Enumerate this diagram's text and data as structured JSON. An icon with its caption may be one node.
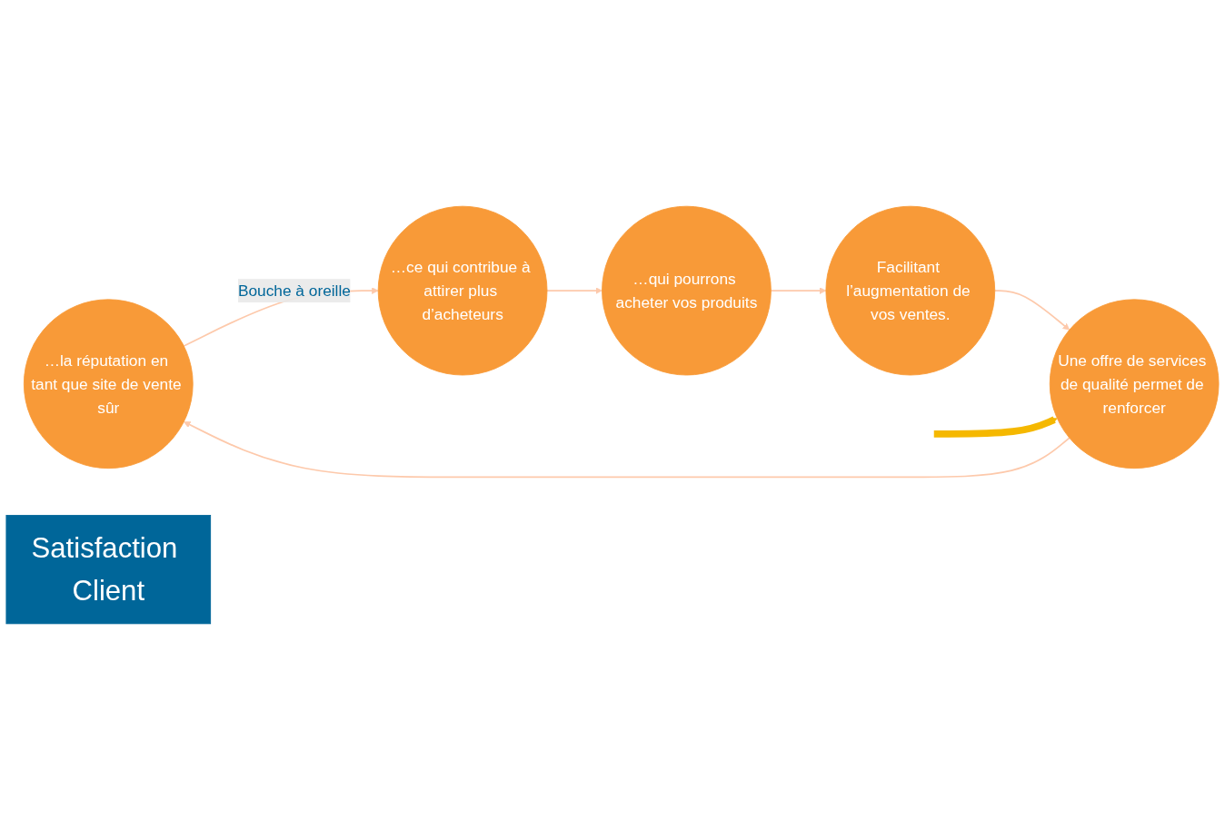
{
  "diagram": {
    "nodes": [
      {
        "text": [
          "…la réputation en tant que site de vente sûr"
        ]
      },
      {
        "text": [
          "Une offre de services de qualité permet de renforcer"
        ]
      },
      {
        "text": [
          "…ce qui contribue à attirer plus d’acheteurs"
        ]
      },
      {
        "text": [
          "Satisfaction Client"
        ]
      },
      {
        "text": [
          "Facilitant l’augmentation de vos ventes."
        ]
      },
      {
        "text": [
          "…qui pourrons acheter vos produits"
        ]
      }
    ],
    "edges": [
      {
        "from": 1,
        "to": 0,
        "arrow": "to"
      },
      {
        "from": 0,
        "to": 2,
        "arrow": "to",
        "label": "Bouche à oreille"
      },
      {
        "from": 2,
        "to": 5,
        "arrow": "to"
      },
      {
        "from": 5,
        "to": 4,
        "arrow": "to"
      },
      {
        "from": 4,
        "to": 1,
        "arrow": "to"
      },
      {
        "from": null,
        "to": 1,
        "arrow": "to",
        "style": "thick",
        "color": "#f5b800"
      }
    ]
  }
}
